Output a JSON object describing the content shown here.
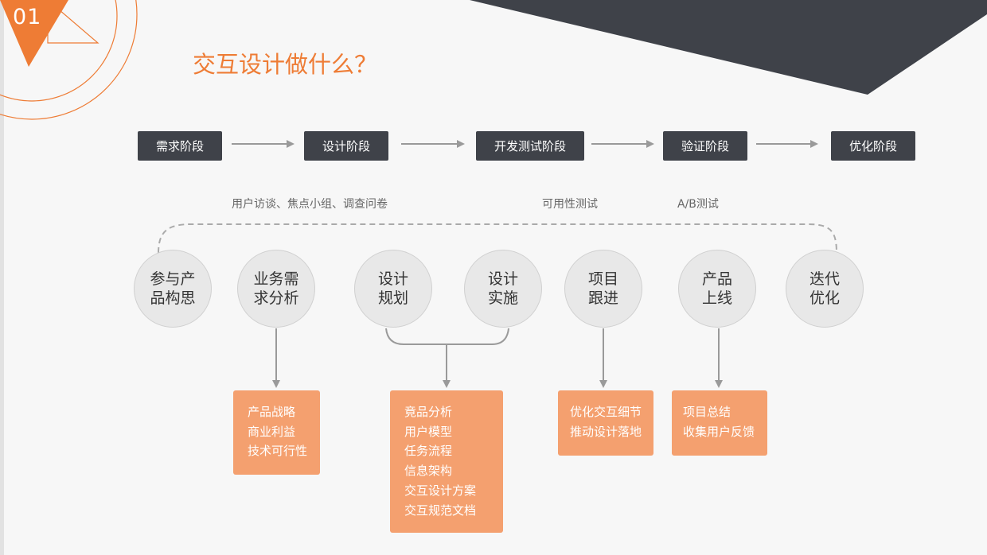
{
  "slide": {
    "number": "01",
    "title": "交互设计做什么？",
    "accent_color": "#ee7c35",
    "dark_color": "#3f4249",
    "box_color": "#f4a06f"
  },
  "stages": [
    "需求阶段",
    "设计阶段",
    "开发测试阶段",
    "验证阶段",
    "优化阶段"
  ],
  "methods": [
    "用户访谈、焦点小组、调查问卷",
    "可用性测试",
    "A/B测试"
  ],
  "steps": [
    [
      "参与产",
      "品构思"
    ],
    [
      "业务需",
      "求分析"
    ],
    [
      "设计",
      "规划"
    ],
    [
      "设计",
      "实施"
    ],
    [
      "项目",
      "跟进"
    ],
    [
      "产品",
      "上线"
    ],
    [
      "迭代",
      "优化"
    ]
  ],
  "outputs": [
    [
      "产品战略",
      "商业利益",
      "技术可行性"
    ],
    [
      "竟品分析",
      "用户模型",
      "任务流程",
      "信息架构",
      "交互设计方案",
      "交互规范文档"
    ],
    [
      "优化交互细节",
      "推动设计落地"
    ],
    [
      "项目总结",
      "收集用户反馈"
    ]
  ]
}
